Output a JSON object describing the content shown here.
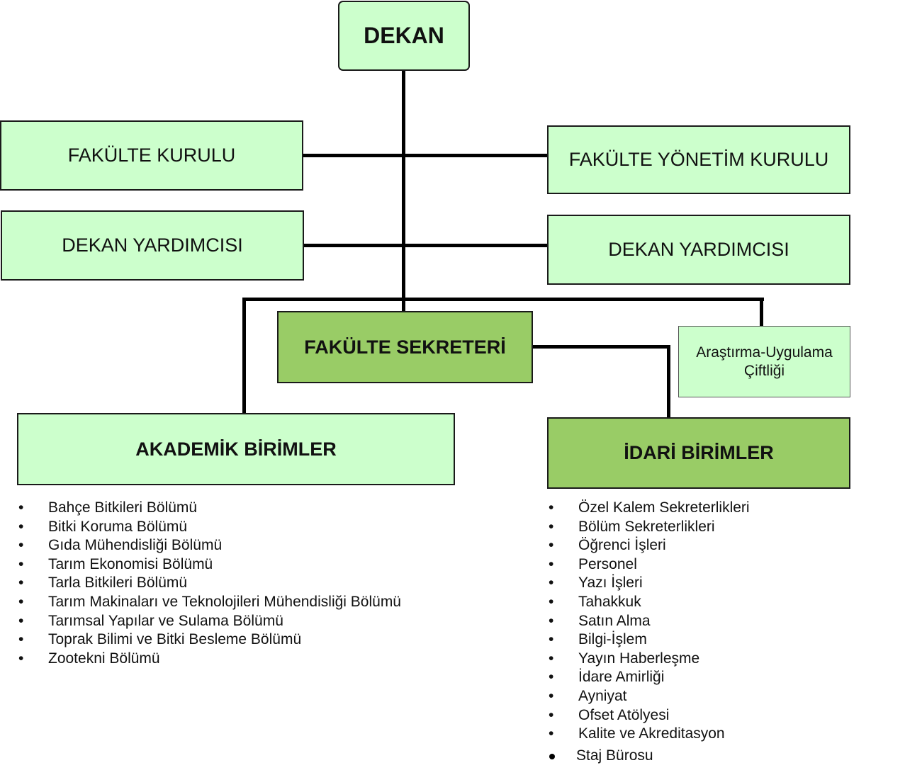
{
  "dean": {
    "label": "DEKAN"
  },
  "boards": {
    "faculty_board": "FAKÜLTE KURULU",
    "executive_board": "FAKÜLTE YÖNETİM KURULU"
  },
  "vice_deans": {
    "left": "DEKAN YARDIMCISI",
    "right": "DEKAN YARDIMCISI"
  },
  "secretary": {
    "label": "FAKÜLTE SEKRETERİ"
  },
  "farm": {
    "line1": "Araştırma-Uygulama",
    "line2": "Çiftliği"
  },
  "academic": {
    "title": "AKADEMİK BİRİMLER",
    "items": [
      "Bahçe Bitkileri Bölümü",
      "Bitki Koruma Bölümü",
      "Gıda Mühendisliği Bölümü",
      "Tarım Ekonomisi Bölümü",
      "Tarla Bitkileri Bölümü",
      "Tarım Makinaları ve Teknolojileri Mühendisliği Bölümü",
      "Tarımsal Yapılar ve Sulama Bölümü",
      "Toprak Bilimi ve Bitki Besleme Bölümü",
      "Zootekni Bölümü"
    ]
  },
  "administrative": {
    "title": "İDARİ BİRİMLER",
    "items": [
      "Özel Kalem Sekreterlikleri",
      "Bölüm Sekreterlikleri",
      "Öğrenci İşleri",
      "Personel",
      "Yazı İşleri",
      "Tahakkuk",
      "Satın Alma",
      "Bilgi-İşlem",
      "Yayın Haberleşme",
      "İdare Amirliği",
      "Ayniyat",
      "Ofset Atölyesi",
      "Kalite ve Akreditasyon"
    ],
    "extra_item": "Staj Bürosu"
  },
  "bullet_symbol": "•"
}
